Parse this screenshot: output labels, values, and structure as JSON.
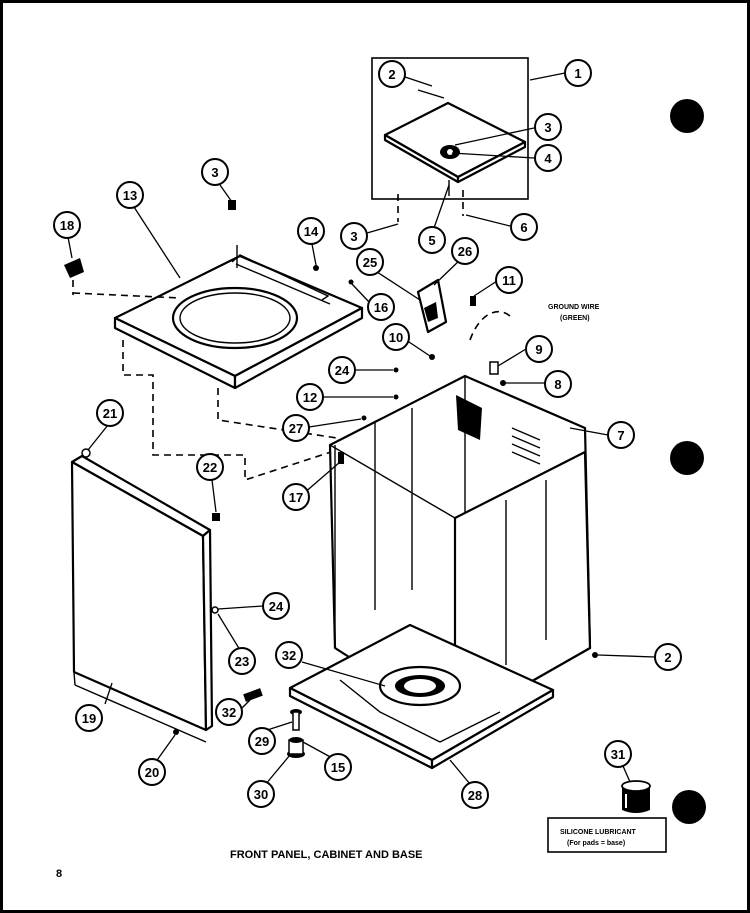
{
  "callouts": [
    {
      "id": "c1",
      "label": "1"
    },
    {
      "id": "c2a",
      "label": "2"
    },
    {
      "id": "c3a",
      "label": "3"
    },
    {
      "id": "c4",
      "label": "4"
    },
    {
      "id": "c3b",
      "label": "3"
    },
    {
      "id": "c5",
      "label": "5"
    },
    {
      "id": "c6",
      "label": "6"
    },
    {
      "id": "c3c",
      "label": "3"
    },
    {
      "id": "c13",
      "label": "13"
    },
    {
      "id": "c18",
      "label": "18"
    },
    {
      "id": "c14",
      "label": "14"
    },
    {
      "id": "c25",
      "label": "25"
    },
    {
      "id": "c26",
      "label": "26"
    },
    {
      "id": "c11",
      "label": "11"
    },
    {
      "id": "c16",
      "label": "16"
    },
    {
      "id": "c10",
      "label": "10"
    },
    {
      "id": "c9",
      "label": "9"
    },
    {
      "id": "c8",
      "label": "8"
    },
    {
      "id": "c24a",
      "label": "24"
    },
    {
      "id": "c12",
      "label": "12"
    },
    {
      "id": "c27",
      "label": "27"
    },
    {
      "id": "c7",
      "label": "7"
    },
    {
      "id": "c21",
      "label": "21"
    },
    {
      "id": "c22",
      "label": "22"
    },
    {
      "id": "c17",
      "label": "17"
    },
    {
      "id": "c24b",
      "label": "24"
    },
    {
      "id": "c23",
      "label": "23"
    },
    {
      "id": "c2b",
      "label": "2"
    },
    {
      "id": "c32a",
      "label": "32"
    },
    {
      "id": "c19",
      "label": "19"
    },
    {
      "id": "c32b",
      "label": "32"
    },
    {
      "id": "c29",
      "label": "29"
    },
    {
      "id": "c20",
      "label": "20"
    },
    {
      "id": "c30",
      "label": "30"
    },
    {
      "id": "c15",
      "label": "15"
    },
    {
      "id": "c28",
      "label": "28"
    },
    {
      "id": "c31",
      "label": "31"
    }
  ],
  "labels": {
    "ground_wire": "GROUND WIRE",
    "ground_wire_color": "(GREEN)",
    "silicone_title": "SILICONE LUBRICANT",
    "silicone_note": "(For pads = base)",
    "caption": "FRONT PANEL, CABINET AND BASE",
    "page_number": "8"
  }
}
